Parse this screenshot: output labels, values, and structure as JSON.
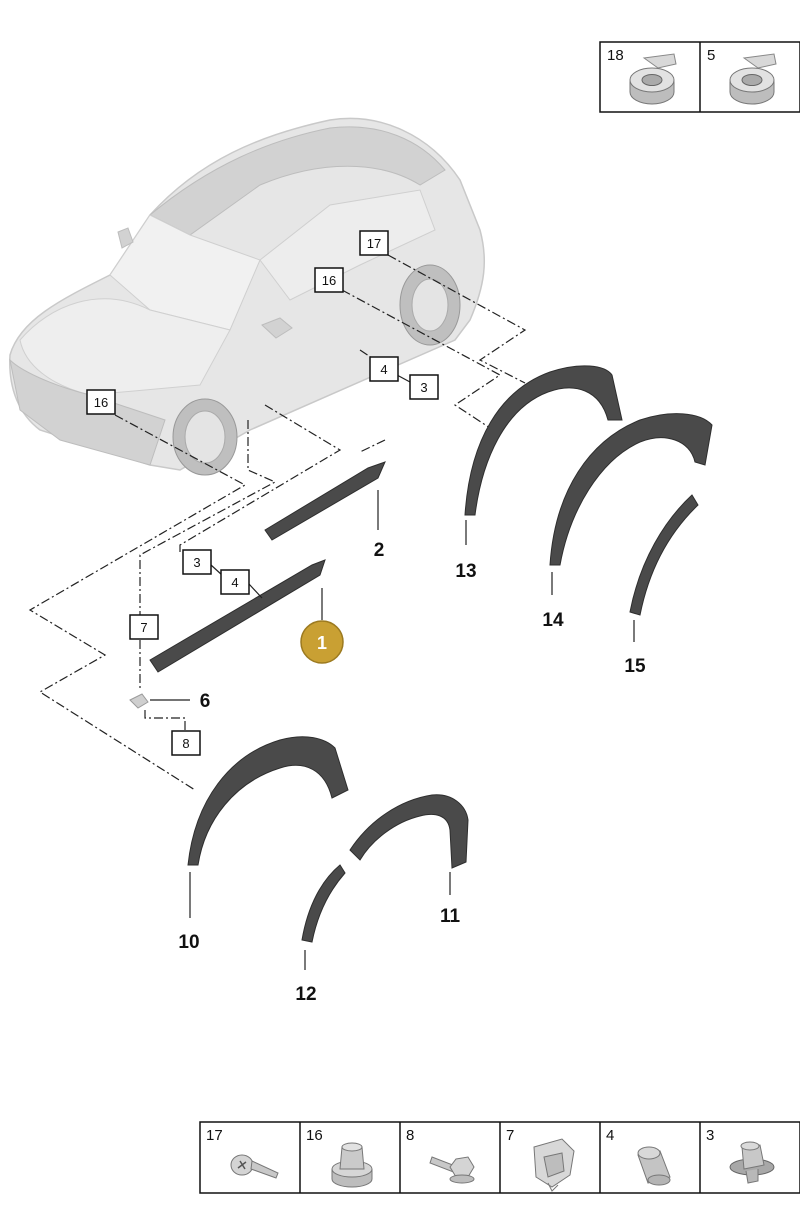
{
  "top_legend": {
    "cells": [
      {
        "label": "18",
        "icon": "adhesive-tape-roll-icon"
      },
      {
        "label": "5",
        "icon": "adhesive-tape-roll-icon"
      }
    ]
  },
  "bottom_legend": {
    "cells": [
      {
        "label": "17",
        "icon": "screw-icon"
      },
      {
        "label": "16",
        "icon": "nut-icon"
      },
      {
        "label": "8",
        "icon": "bolt-icon"
      },
      {
        "label": "7",
        "icon": "clip-icon"
      },
      {
        "label": "4",
        "icon": "grommet-icon"
      },
      {
        "label": "3",
        "icon": "expanding-rivet-icon"
      }
    ]
  },
  "boxed_callouts": {
    "c17_top": "17",
    "c16_mid": "16",
    "c4_mid": "4",
    "c3_mid": "3",
    "c16_left": "16",
    "c3_low": "3",
    "c4_low": "4",
    "c7": "7",
    "c8": "8"
  },
  "part_callouts": {
    "p1": "1",
    "p2": "2",
    "p6": "6",
    "p10": "10",
    "p11": "11",
    "p12": "12",
    "p13": "13",
    "p14": "14",
    "p15": "15"
  },
  "colors": {
    "highlight": "#c9a033",
    "part": "#4a4a4a",
    "car": "#e6e6e6"
  }
}
